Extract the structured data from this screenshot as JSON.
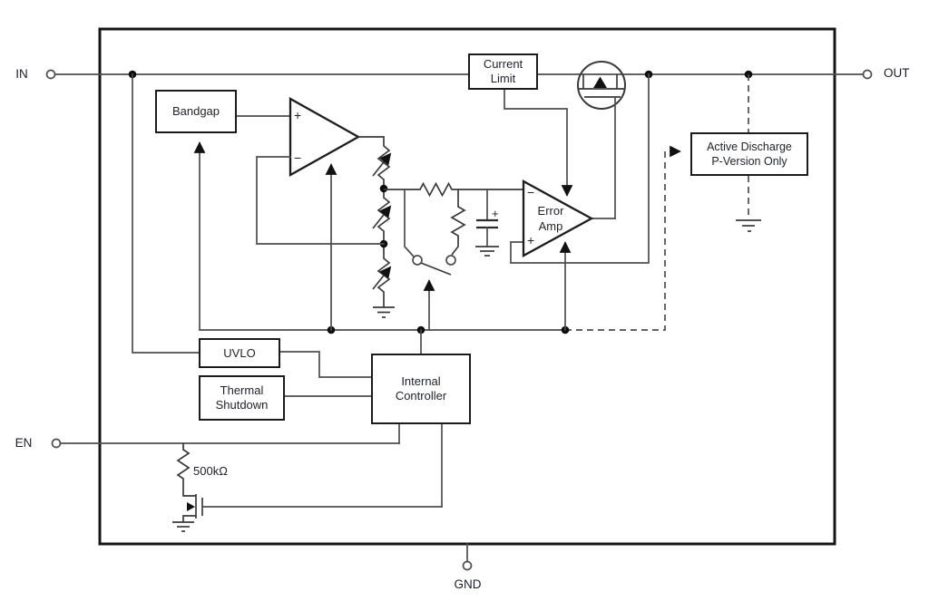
{
  "pins": {
    "in": "IN",
    "out": "OUT",
    "en": "EN",
    "gnd": "GND"
  },
  "blocks": {
    "bandgap": {
      "label": "Bandgap"
    },
    "current_limit": {
      "line1": "Current",
      "line2": "Limit"
    },
    "uvlo": {
      "label": "UVLO"
    },
    "thermal_shutdown": {
      "line1": "Thermal",
      "line2": "Shutdown"
    },
    "internal_controller": {
      "line1": "Internal",
      "line2": "Controller"
    },
    "active_discharge": {
      "line1": "Active Discharge",
      "line2": "P-Version Only"
    }
  },
  "amplifiers": {
    "main_amp": {
      "plus": "+",
      "minus": "−"
    },
    "error_amp": {
      "line1": "Error",
      "line2": "Amp",
      "minus": "−",
      "plus": "+"
    }
  },
  "labels": {
    "enable_pulldown_resistor": "500kΩ",
    "capacitor_plus": "+"
  },
  "colors": {
    "background": "#ffffff",
    "wire": "#4d4d4d",
    "block_border": "#1b1b1b",
    "text": "#21242b"
  }
}
